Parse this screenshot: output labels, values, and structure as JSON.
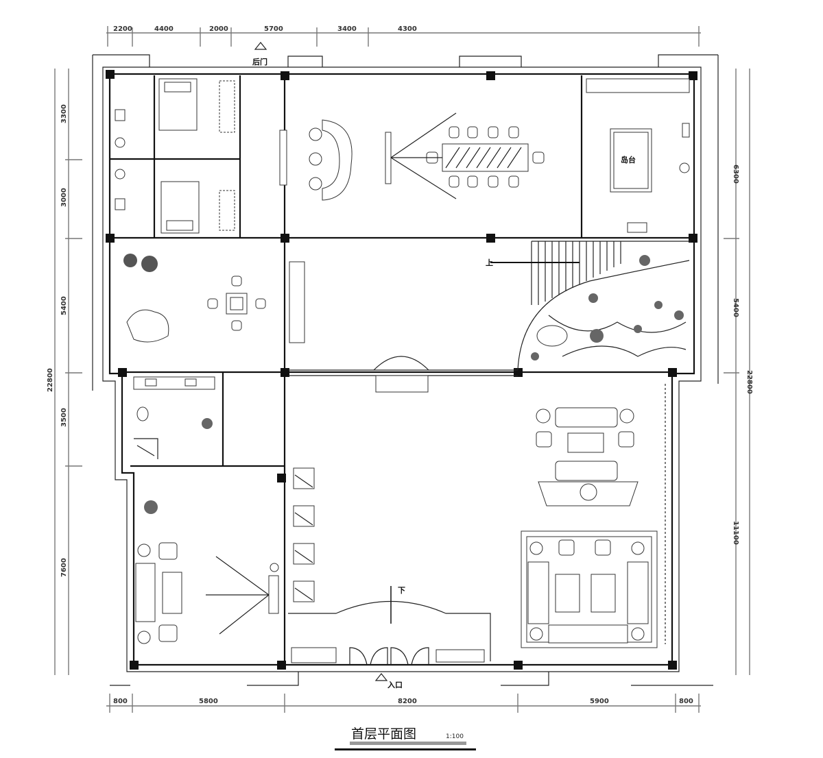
{
  "drawing": {
    "title": "首层平面图",
    "scale": "1:100",
    "dimensions": {
      "top": [
        "2200",
        "4400",
        "2000",
        "5700",
        "3400",
        "4300"
      ],
      "bottom": [
        "800",
        "5800",
        "8200",
        "5900",
        "800"
      ],
      "left": [
        "3300",
        "3000",
        "5400",
        "3500",
        "7600"
      ],
      "left_total": "22800",
      "right": [
        "6300",
        "5400",
        "11100"
      ],
      "right_total": "22800"
    },
    "labels": {
      "back_door": "后门",
      "main_entrance": "入口",
      "kitchen_island": "岛台",
      "stair_up": "上",
      "stair_down": "下"
    }
  }
}
